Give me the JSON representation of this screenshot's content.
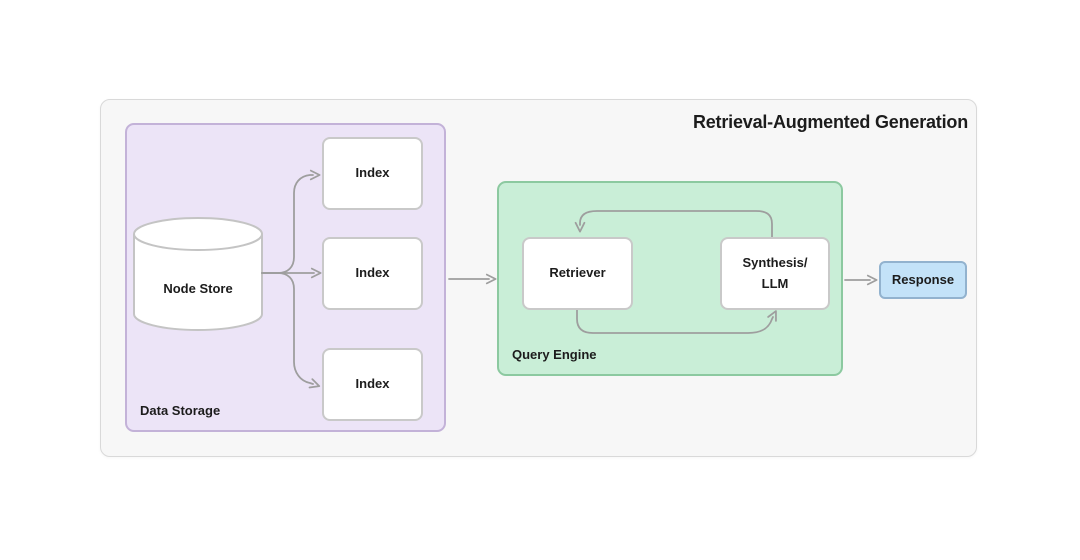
{
  "diagram": {
    "title": "Retrieval-Augmented Generation",
    "groups": {
      "data_storage": {
        "label": "Data Storage"
      },
      "query_engine": {
        "label": "Query Engine"
      }
    },
    "nodes": {
      "node_store": {
        "label": "Node Store",
        "shape": "cylinder"
      },
      "indexes": [
        {
          "label": "Index"
        },
        {
          "label": "Index"
        },
        {
          "label": "Index"
        }
      ],
      "retriever": {
        "label": "Retriever"
      },
      "synthesis": {
        "line1": "Synthesis/",
        "line2": "LLM"
      },
      "response": {
        "label": "Response"
      }
    },
    "edges": [
      {
        "from": "node_store",
        "to": "index_1"
      },
      {
        "from": "node_store",
        "to": "index_2"
      },
      {
        "from": "node_store",
        "to": "index_3"
      },
      {
        "from": "data_storage",
        "to": "query_engine"
      },
      {
        "from": "synthesis_llm",
        "to": "retriever",
        "style": "loop_top"
      },
      {
        "from": "retriever",
        "to": "synthesis_llm",
        "style": "loop_bottom"
      },
      {
        "from": "query_engine",
        "to": "response"
      }
    ],
    "colors": {
      "canvas_bg": "#ffffff",
      "panel_bg": "#f7f7f7",
      "panel_border": "#d9d9d9",
      "data_storage_fill": "#ece4f7",
      "data_storage_border": "#c3b2d8",
      "query_engine_fill": "#c9eed7",
      "query_engine_border": "#8cc9a0",
      "node_fill": "#ffffff",
      "node_border": "#c9c9c9",
      "response_fill": "#c3e2f8",
      "response_border": "#92b2ce",
      "arrow": "#9e9e9e",
      "text": "#1c1c1c"
    }
  }
}
